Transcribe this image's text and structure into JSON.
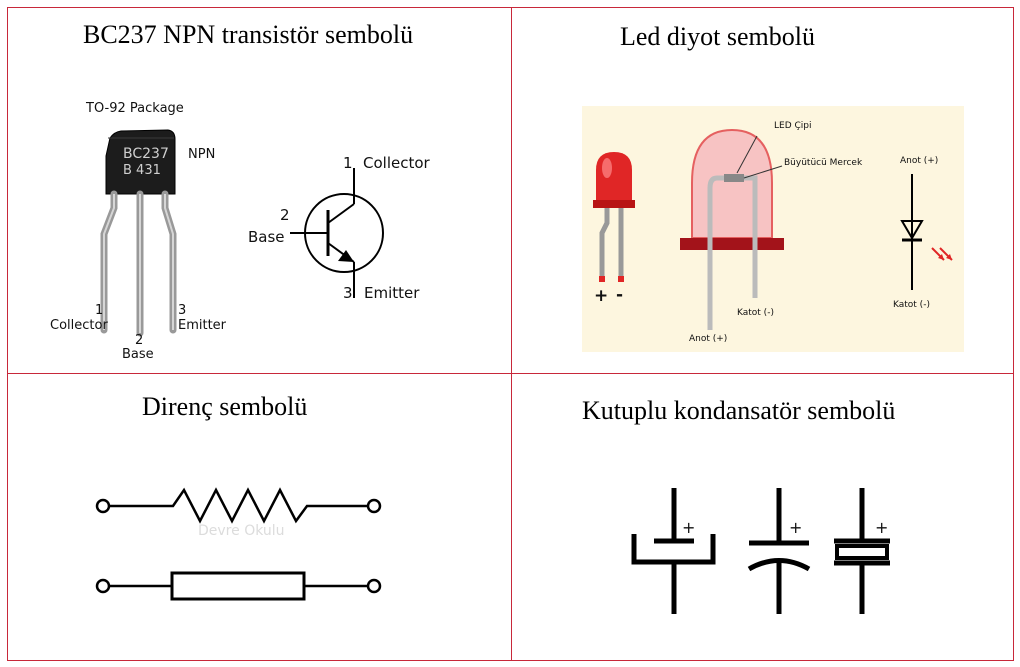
{
  "cells": {
    "transistor": {
      "title": "BC237 NPN transistör sembolü",
      "package_label": "TO-92 Package",
      "body_line1": "BC237",
      "body_line2": "B  431",
      "type_label": "NPN",
      "pin1_num": "1",
      "pin1_name": "Collector",
      "pin2_num": "2",
      "pin2_name": "Base",
      "pin3_num": "3",
      "pin3_name": "Emitter",
      "sym_collector_num": "1",
      "sym_collector": "Collector",
      "sym_base_num": "2",
      "sym_base": "Base",
      "sym_emitter_num": "3",
      "sym_emitter": "Emitter"
    },
    "led": {
      "title": "Led diyot sembolü",
      "plus": "+",
      "minus": "-",
      "chip_label": "LED Çipi",
      "lens_label": "Büyütücü Mercek",
      "cathode_label": "Katot (-)",
      "anode_label": "Anot (+)",
      "sym_anode": "Anot (+)",
      "sym_cathode": "Katot (-)"
    },
    "resistor": {
      "title": "Direnç sembolü",
      "watermark": "Devre Okulu"
    },
    "capacitor": {
      "title": "Kutuplu kondansatör sembolü",
      "plus_1": "+",
      "plus_2": "+",
      "plus_3": "+"
    }
  },
  "colors": {
    "grid_line": "#c8283a",
    "led_red": "#e02626",
    "led_bg": "#fdf6df",
    "base_bar": "#a3131a"
  }
}
